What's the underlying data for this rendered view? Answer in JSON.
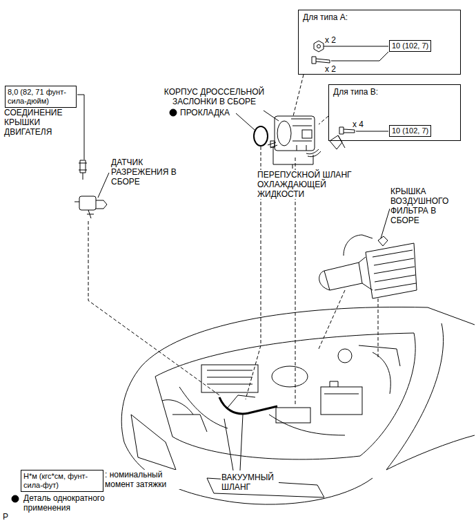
{
  "diagram": {
    "nodes": [
      {
        "text": [
          "Для типа А:",
          "x 2",
          "x 2"
        ]
      },
      {
        "text": [
          "10 (102, 7)"
        ],
        "in": 0
      },
      {
        "text": [
          "Для типа B:",
          "x 4"
        ]
      },
      {
        "text": [
          "10 (102, 7)"
        ],
        "in": 2
      },
      {
        "text": [
          "8,0 (82, 71 фунт-сила-дюйм)"
        ]
      },
      {
        "text": [
          "Н*м (кгс*см, фунт-сила-фут)"
        ]
      }
    ],
    "labels": [
      "КОРПУС ДРОССЕЛЬНОЙ ЗАСЛОНКИ В СБОРЕ",
      "ПРОКЛАДКА",
      "СОЕДИНЕНИЕ КРЫШКИ ДВИГАТЕЛЯ",
      "ДАТЧИК РАЗРЕЖЕНИЯ В СБОРЕ",
      "ПЕРЕПУСКНОЙ ШЛАНГ ОХЛАЖДАЮЩЕЙ ЖИДКОСТИ",
      "КРЫШКА ВОЗДУШНОГО ФИЛЬТРА В СБОРЕ",
      "ВАКУУМНЫЙ ШЛАНГ",
      "P"
    ],
    "legend": [
      {
        "text": ": номинальный момент затяжки"
      },
      {
        "text": "Деталь однократного применения"
      }
    ]
  }
}
